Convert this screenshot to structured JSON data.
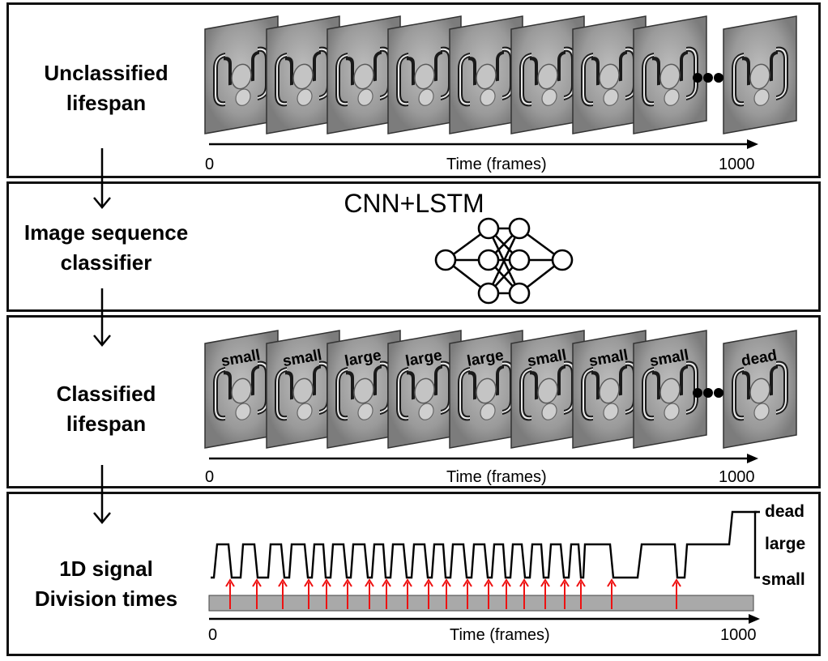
{
  "panels": {
    "unclassified": {
      "label": "Unclassified\nlifespan",
      "axis_start": "0",
      "axis_end": "1000",
      "axis_title": "Time (frames)"
    },
    "classifier": {
      "label": "Image sequence\nclassifier",
      "model": "CNN+LSTM"
    },
    "classified": {
      "label": "Classified\nlifespan",
      "axis_start": "0",
      "axis_end": "1000",
      "axis_title": "Time (frames)",
      "frame_labels": [
        "small",
        "small",
        "large",
        "large",
        "large",
        "small",
        "small",
        "small",
        "dead"
      ]
    },
    "signal": {
      "label": "1D signal\nDivision times",
      "axis_start": "0",
      "axis_end": "1000",
      "axis_title": "Time (frames)",
      "levels": [
        "dead",
        "large",
        "small"
      ]
    }
  },
  "colors": {
    "division_arrow": "#ee1111",
    "timeline_bar": "#a9a9a9",
    "frame_bg": "#8a8a8a"
  }
}
